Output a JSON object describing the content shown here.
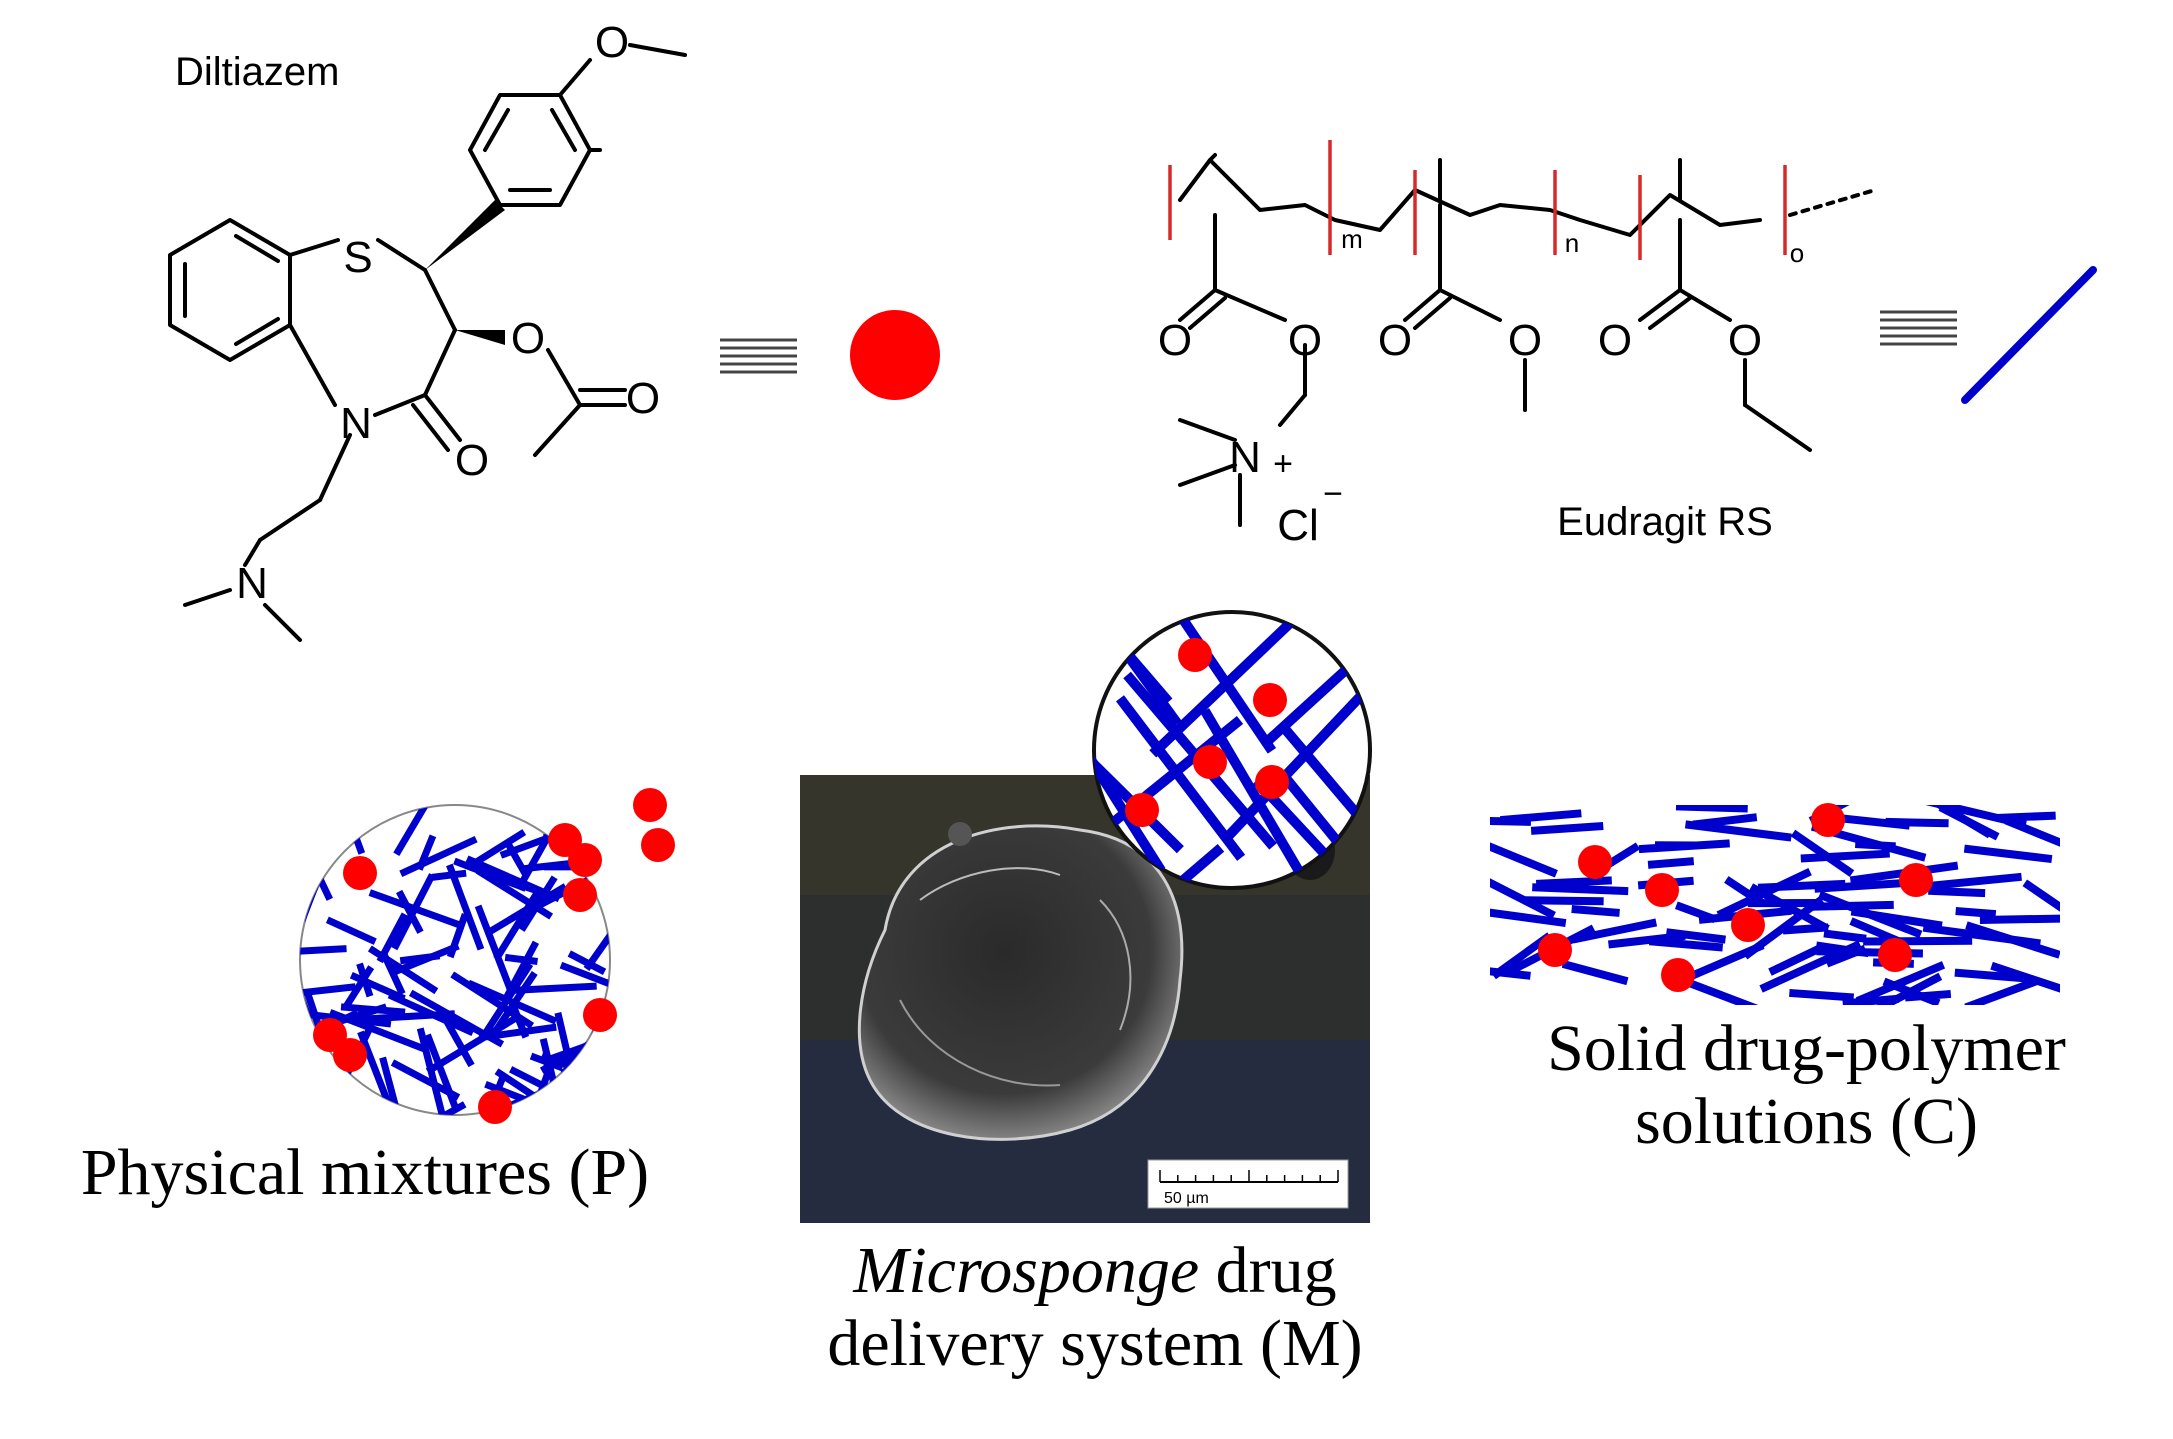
{
  "labels": {
    "diltiazem": "Diltiazem",
    "eudragit": "Eudragit RS",
    "equiv": "≡"
  },
  "atoms": {
    "S": "S",
    "N": "N",
    "O": "O",
    "Cl": "Cl",
    "plus": "+",
    "minus": "−",
    "m": "m",
    "n": "n",
    "o": "o"
  },
  "captions": {
    "physical": "Physical mixtures (P)",
    "microsponge_italic": "Microsponge",
    "microsponge_rest": " drug",
    "microsponge_line2": "delivery system (M)",
    "solid_line1": "Solid drug-polymer",
    "solid_line2": "solutions (C)"
  },
  "scalebar": "50 µm",
  "colors": {
    "drug": "#ff0000",
    "polymer": "#0000cc",
    "bond": "#000000",
    "bracket": "#d62a2a",
    "sem_bg": "#2e3030"
  }
}
